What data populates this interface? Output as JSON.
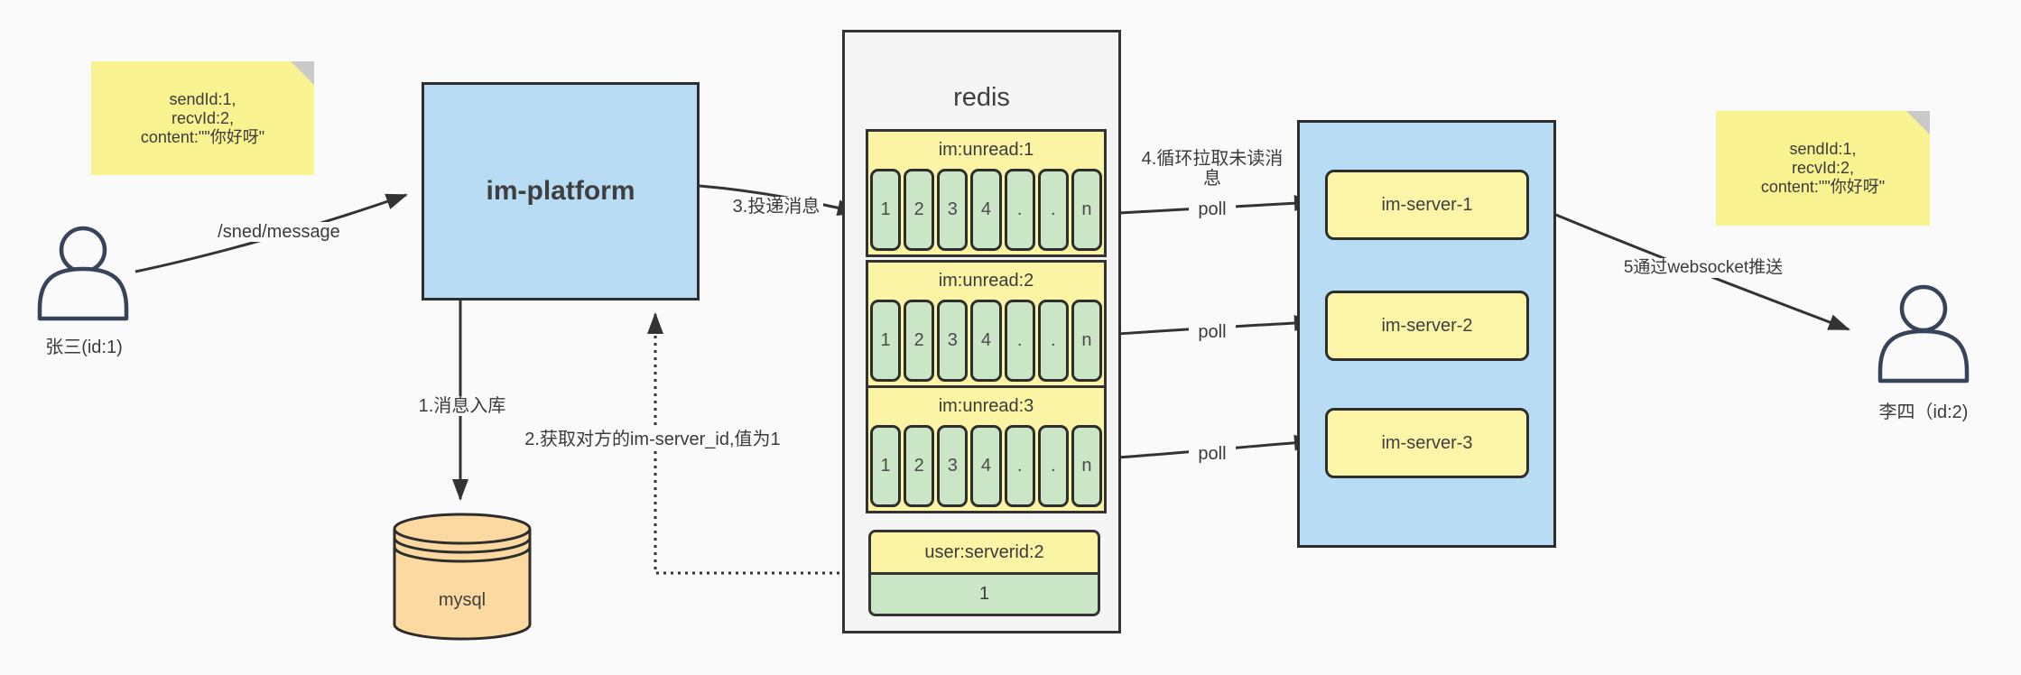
{
  "colors": {
    "canvas_bg": "#fafafa",
    "box_blue": "#b8dcf4",
    "queue_yellow": "#fbf4a4",
    "server_yellow": "#fcf5a7",
    "cell_green": "#cbe6c6",
    "note_yellow": "#f9f290",
    "note_fold_gray": "#c9c9c9",
    "mysql_orange": "#fbd9a1",
    "redis_bg_gray": "#f5f5f5",
    "line_ink": "#333333",
    "person_ink": "#36435a"
  },
  "actors": {
    "sender": {
      "name": "张三(id:1)"
    },
    "receiver": {
      "name": "李四（id:2)"
    }
  },
  "notes": {
    "left": {
      "lines": [
        "sendId:1,",
        "recvId:2,",
        "content:\"\"你好呀\""
      ]
    },
    "right": {
      "lines": [
        "sendId:1,",
        "recvId:2,",
        "content:\"\"你好呀\""
      ]
    }
  },
  "platform": {
    "label": "im-platform"
  },
  "database": {
    "label": "mysql"
  },
  "redis": {
    "title": "redis",
    "queues": [
      {
        "header": "im:unread:1",
        "cells": [
          "1",
          "2",
          "3",
          "4",
          ".",
          ".",
          "n"
        ]
      },
      {
        "header": "im:unread:2",
        "cells": [
          "1",
          "2",
          "3",
          "4",
          ".",
          ".",
          "n"
        ]
      },
      {
        "header": "im:unread:3",
        "cells": [
          "1",
          "2",
          "3",
          "4",
          ".",
          ".",
          "n"
        ]
      }
    ],
    "kv": {
      "key": "user:serverid:2",
      "value": "1"
    }
  },
  "server_cluster": {
    "servers": [
      {
        "label": "im-server-1"
      },
      {
        "label": "im-server-2"
      },
      {
        "label": "im-server-3"
      }
    ]
  },
  "edges": {
    "send_label": "/sned/message",
    "store_label": "1.消息入库",
    "lookup_label": "2.获取对方的im-server_id,值为1",
    "deliver_label": "3.投递消息",
    "pull_label": "4.循环拉取未读消息",
    "poll_labels": [
      "poll",
      "poll",
      "poll"
    ],
    "push_label": "5通过websocket推送"
  }
}
